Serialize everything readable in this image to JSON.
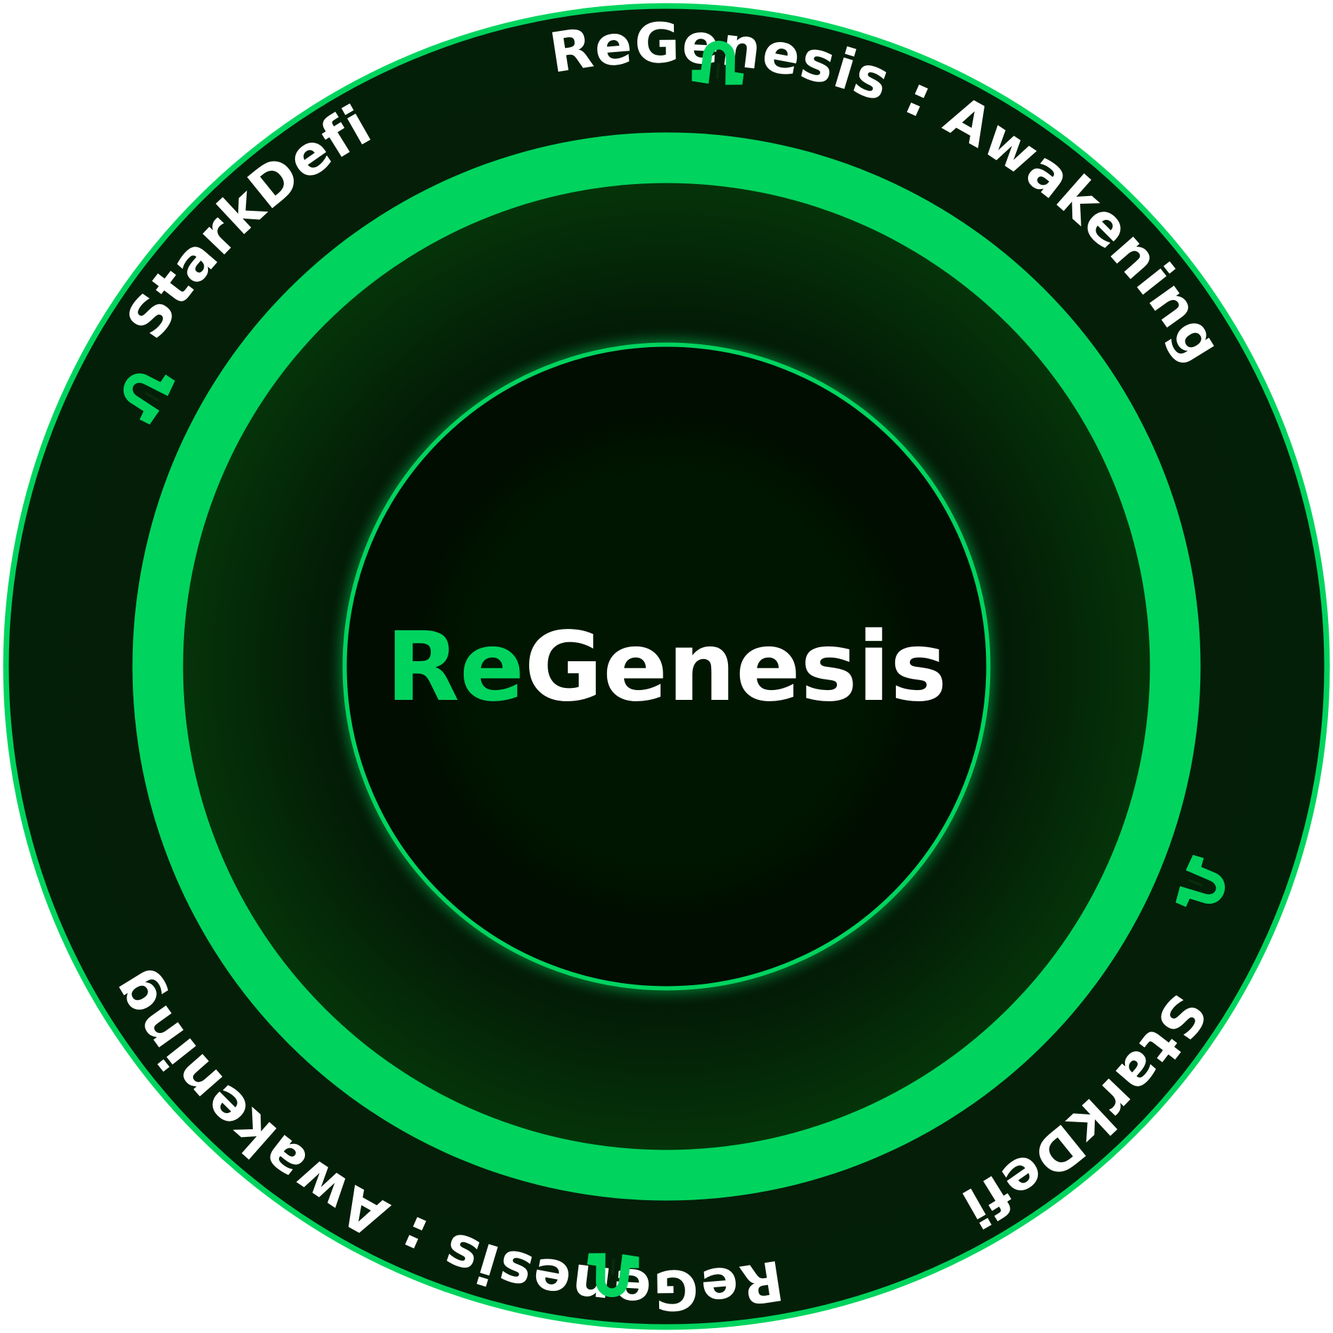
{
  "ring_segments": [
    {
      "brand": "StarkDefi",
      "tagline": "ReGenesis : Awakening"
    },
    {
      "brand": "StarkDefi",
      "tagline": "ReGenesis : Awakening"
    }
  ],
  "center": {
    "title_accent": "Re",
    "title_rest": "Genesis"
  },
  "icons": [
    "starkdefi-logo-icon",
    "starkdefi-logo-icon",
    "starkdefi-logo-icon",
    "starkdefi-logo-icon"
  ],
  "colors": {
    "brand_green": "#00D45E",
    "dark_green": "#022a08",
    "deep_green": "#011705",
    "text": "#ffffff"
  }
}
